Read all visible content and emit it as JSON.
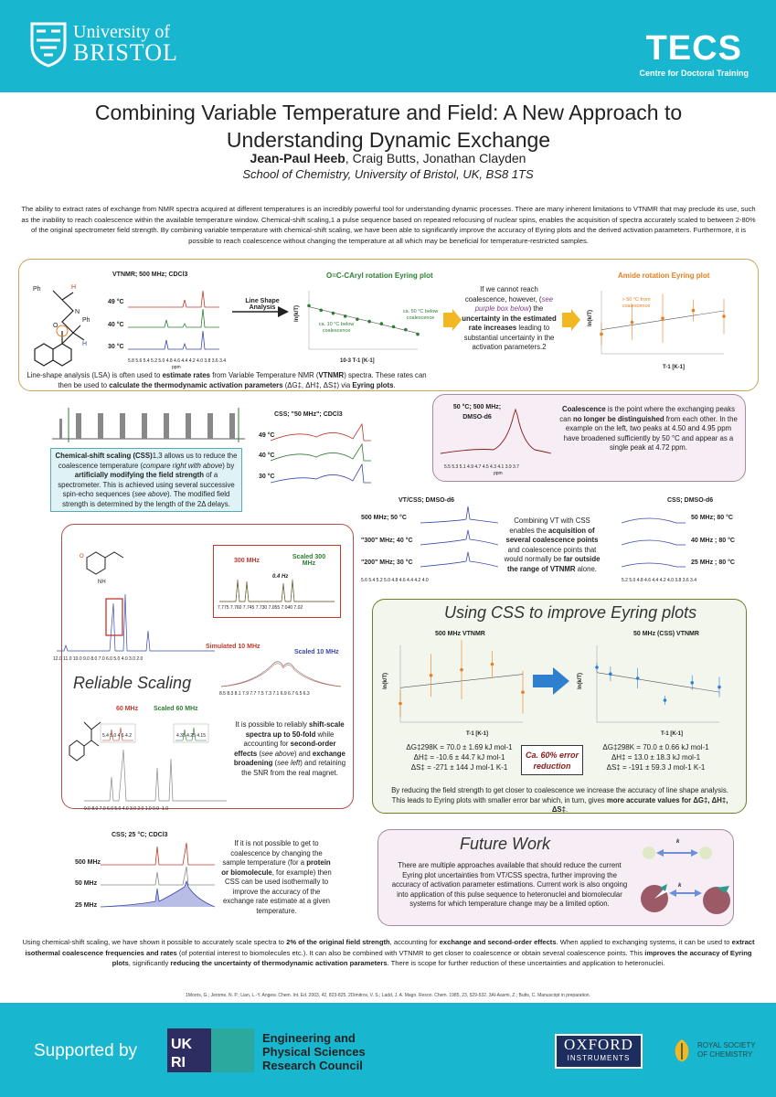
{
  "header": {
    "uob_line1": "University of",
    "uob_line2": "BRISTOL",
    "tecs_name": "TECS",
    "tecs_sub": "Centre for Doctoral Training"
  },
  "title": "Combining Variable Temperature and Field: A New Approach to Understanding Dynamic Exchange",
  "authors": {
    "lead": "Jean-Paul Heeb",
    "others": ", Craig Butts, Jonathan Clayden"
  },
  "affiliation": "School of Chemistry, University of Bristol, UK, BS8 1TS",
  "intro": "The ability to extract rates of exchange from NMR spectra acquired at different temperatures is an incredibly powerful tool for understanding dynamic processes. There are many inherent limitations to VTNMR that may preclude its use, such as the inability to reach coalescence within the available temperature window. Chemical-shift scaling,1 a pulse sequence based on repeated refocusing of nuclear spins, enables the acquisition of spectra accurately scaled to between 2-80% of the original spectrometer field strength. By combining variable temperature with chemical-shift scaling, we have been able to significantly improve the accuracy of Eyring plots and the derived activation parameters. Furthermore, it is possible to reach coalescence without changing the temperature at all which may be beneficial for temperature-restricted samples.",
  "section1": {
    "vtnmr_label": "VTNMR; 500 MHz; CDCl3",
    "temps": [
      "49 °C",
      "40 °C",
      "30 °C"
    ],
    "spec_axis": "5.8 5.6 5.4 5.2 5.0 4.8 4.6 4.4 4.2 4.0 3.8 3.6 3.4",
    "ppm": "ppm",
    "arrow_label": "Line Shape Analysis",
    "eyring1_title": "O=C-CAryl rotation Eyring plot",
    "eyring1_ylabel": "ln(k/T)",
    "eyring1_xlabel": "10-3 T-1 [K-1]",
    "eyring1_note_low": "ca. 10 °C below coalescence",
    "eyring1_note_high": "ca. 50 °C below coalescence",
    "middle_text_1": "If we cannot reach coalescence, however, (",
    "middle_text_see": "see purple box below",
    "middle_text_2": ") the ",
    "middle_text_bold": "uncertainty in the estimated rate increases",
    "middle_text_3": " leading to substantial uncertainty in the activation parameters.2",
    "eyring2_title": "Amide rotation Eyring plot",
    "eyring2_note": "> 50 °C from coalescence",
    "eyring2_xlabel": "T-1 [K-1]",
    "lsa_text_1": "Line-shape analysis (LSA) is often used to ",
    "lsa_bold_1": "estimate rates",
    "lsa_text_2": " from Variable Temperature NMR (",
    "lsa_bold_2": "VTNMR",
    "lsa_text_3": ") spectra. These rates can then be used to ",
    "lsa_bold_3": "calculate the thermodynamic activation parameters",
    "lsa_text_4": " (ΔG‡, ΔH‡, ΔS‡) via ",
    "lsa_bold_4": "Eyring plots",
    "lsa_text_5": "."
  },
  "css_box": {
    "bold": "Chemical-shift scaling (CSS)",
    "text1": "1,3 allows us to reduce the coalescence temperature (",
    "italic1": "compare right with above",
    "text2": ") by ",
    "bold2": "artificially modifying the field strength",
    "text3": " of a spectrometer. This is achieved using several successive spin-echo sequences (",
    "italic2": "see above",
    "text4": "). The modified field strength is determined by the length of the 2Δ delays."
  },
  "css50": {
    "label": "CSS; \"50 MHz\"; CDCl3",
    "temps": [
      "49 °C",
      "40 °C",
      "30 °C"
    ]
  },
  "coalescence": {
    "label": "50 °C; 500 MHz; DMSO-d6",
    "axis": "5.5 5.3 5.1 4.9 4.7 4.5 4.3 4.1 3.9 3.7",
    "bold": "Coalescence",
    "text1": " is the point where the exchanging peaks can ",
    "bold2": "no longer be distinguished",
    "text2": " from each other. In the example on the left, two peaks at 4.50 and 4.95 ppm have broadened sufficiently by 50 °C and appear as a single peak at 4.72 ppm."
  },
  "vtcss": {
    "label": "VT/CSS; DMSO-d6",
    "rows": [
      "500 MHz; 50 °C",
      "\"300\" MHz; 40 °C",
      "\"200\" MHz; 30 °C"
    ],
    "axis": "5.6 5.4 5.2 5.0 4.8 4.6 4.4 4.2 4.0",
    "text1": "Combining VT with CSS enables the ",
    "bold1": "acquisition of several coalescence points",
    "text2": " and coalescence points that would normally be ",
    "bold2": "far outside the range of VTNMR",
    "text3": " alone."
  },
  "css_dmso": {
    "label": "CSS; DMSO-d6",
    "rows": [
      "50 MHz; 80 °C",
      "40 MHz ; 80 °C",
      "25 MHz ; 80 °C"
    ],
    "axis": "5.2 5.0 4.8 4.6 4.4 4.2 4.0 3.8 3.6 3.4"
  },
  "reliable": {
    "title": "Reliable Scaling",
    "label_300": "300 MHz",
    "label_scaled300": "Scaled 300 MHz",
    "hz": "0.4 Hz",
    "zoom_axis": "7.775 7.760 7.745 7.730 7.055 7.040 7.02",
    "main_axis": "12.0 11.0 10.0 9.0 8.0 7.0 6.0 5.0 4.0 3.0 2.0",
    "sim10": "Simulated 10 MHz",
    "scaled10": "Scaled 10 MHz",
    "axis10": "8.5 8.3 8.1 7.9 7.7 7.5 7.3 7.1 6.9 6.7 6.5 6.3",
    "label60": "60 MHz",
    "scaled60": "Scaled 60 MHz",
    "axis60a": "5.4 5.0 4.6 4.2",
    "axis60b": "4.35 4.25 4.15",
    "axis60main": "9.0 8.0 7.0 6.0 5.0 4.0 3.0 2.0 1.0 0.0 -1.0",
    "text1": "It is possible to reliably ",
    "bold1": "shift-scale spectra up to 50-fold",
    "text2": " while accounting for ",
    "bold2": "second-order effects",
    "text3": " (",
    "italic1": "see above",
    "text4": ") and ",
    "bold3": "exchange broadening",
    "text5": " (",
    "italic2": "see left",
    "text6": ") and retaining the SNR from the real magnet."
  },
  "eyring_css": {
    "title": "Using CSS to improve Eyring plots",
    "left_title": "500 MHz VTNMR",
    "right_title": "50 MHz (CSS) VTNMR",
    "ylabel": "ln(k/T)",
    "xlabel": "T-1 [K-1]",
    "left_eq": [
      "ΔG‡298K = 70.0 ± 1.69 kJ mol-1",
      "ΔH‡ = -10.6 ± 44.7 kJ mol-1",
      "ΔS‡ = -271 ± 144 J mol-1 K-1"
    ],
    "right_eq": [
      "ΔG‡298K = 70.0 ± 0.66 kJ mol-1",
      "ΔH‡ = 13.0 ± 18.3 kJ mol-1",
      "ΔS‡ = -191 ± 59.3 J mol-1 K-1"
    ],
    "error_label": "Ca. 60% error reduction",
    "text1": "By reducing the field strength to get closer to coalescence we increase the accuracy of line shape analysis. This leads to Eyring plots with smaller error bar which, in turn, gives ",
    "bold1": "more accurate values for ΔG‡, ΔH‡, ΔS‡",
    "text2": "."
  },
  "css25": {
    "label": "CSS; 25 °C; CDCl3",
    "rows": [
      "500 MHz",
      "50 MHz",
      "25 MHz"
    ],
    "text1": "If it is not possible to get to coalescence by changing the sample temperature (for a ",
    "bold1": "protein or biomolecule",
    "text2": ", for example) then CSS can be used isothermally to improve the accuracy of the exchange rate estimate at a given temperature."
  },
  "future": {
    "title": "Future Work",
    "text": "There are multiple approaches available that should reduce the current Eyring plot uncertainties from VT/CSS spectra, further improving the accuracy of activation parameter estimations. Current work is also ongoing into application of this pulse sequence to heteronuclei and biomolecular systems for which temperature change may be a limited option.",
    "k": "k"
  },
  "conclusion": {
    "t1": "Using chemical-shift scaling, we have shown it possible to accurately scale spectra to ",
    "b1": "2% of the original field strength",
    "t2": ", accounting for ",
    "b2": "exchange and second-order effects",
    "t3": ". When applied to exchanging systems, it can be used to ",
    "b3": "extract isothermal coalescence frequencies and rates",
    "t4": " (of potential interest to biomolecules etc.). It can also be combined with VTNMR to get closer to coalescence or obtain several coalescence points. This ",
    "b4": "improves the accuracy of Eyring plots",
    "t5": ", significantly ",
    "b5": "reducing the uncertainty of thermodynamic activation parameters",
    "t6": ". There is scope for further reduction of these uncertainties and application to heteronuclei."
  },
  "refs": "1Morris, G.; Jerome, N. P.; Lian, L.-Y. Angew. Chem. Int. Ed. 2003, 42, 823-825. 2Dimitrov, V. S.; Ladd, J. A. Magn. Reson. Chem. 1985, 23, 529-532. 3Al-Aasmi, Z.; Butts, C. Manuscript in preparation.",
  "footer": {
    "supported": "Supported by",
    "ukri": "UKRI",
    "epsrc": [
      "Engineering and",
      "Physical Sciences",
      "Research Council"
    ],
    "oxford1": "OXFORD",
    "oxford2": "INSTRUMENTS",
    "rsc": [
      "ROYAL SOCIETY",
      "OF CHEMISTRY"
    ]
  },
  "colors": {
    "band": "#19b7cf",
    "red": "#c0392b",
    "green": "#2e7d32",
    "blue": "#3949ab",
    "orange": "#e67e22",
    "gold": "#f1b824"
  },
  "chart_data": [
    {
      "type": "scatter",
      "title": "O=C-CAryl rotation Eyring plot",
      "xlabel": "10-3 T-1 [K-1]",
      "ylabel": "ln(k/T)",
      "x": [
        3.1,
        3.15,
        3.2,
        3.25,
        3.3,
        3.35,
        3.4,
        3.45,
        3.5,
        3.55
      ],
      "y": [
        -0.6,
        -0.9,
        -1.1,
        -1.3,
        -1.5,
        -1.65,
        -1.8,
        -2.0,
        -2.2,
        -2.5
      ]
    },
    {
      "type": "scatter",
      "title": "Amide rotation Eyring plot",
      "xlabel": "T-1 [K-1]",
      "ylabel": "ln(k/T)",
      "x": [
        0.0031,
        0.0032,
        0.0033,
        0.0034,
        0.0035
      ],
      "y": [
        -1.8,
        -1.2,
        -1.0,
        -0.6,
        -0.9
      ]
    },
    {
      "type": "scatter",
      "title": "500 MHz VTNMR",
      "xlabel": "T-1 [K-1]",
      "ylabel": "ln(k/T)",
      "x": [
        0.003,
        0.0031,
        0.0032,
        0.0033,
        0.0034
      ],
      "y": [
        -4.1,
        -2.6,
        -2.3,
        -2.0,
        -3.5
      ]
    },
    {
      "type": "scatter",
      "title": "50 MHz (CSS) VTNMR",
      "xlabel": "T-1 [K-1]",
      "ylabel": "ln(k/T)",
      "x": [
        0.00295,
        0.003,
        0.0031,
        0.0032,
        0.0033,
        0.0034
      ],
      "y": [
        -1.5,
        -1.8,
        -2.0,
        -3.0,
        -2.2,
        -2.4
      ]
    }
  ]
}
